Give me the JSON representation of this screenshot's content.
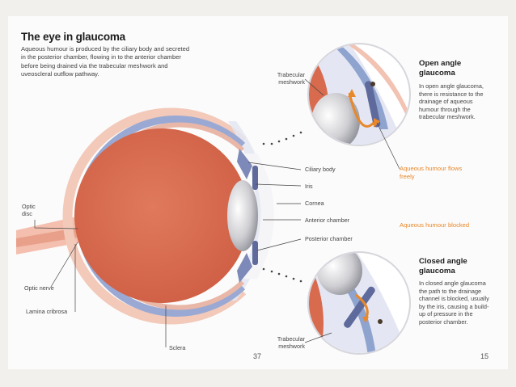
{
  "title": "The eye in glaucoma",
  "intro": "Aqueous humour is produced by the ciliary body and secreted in the posterior chamber, flowing in to the anterior chamber before being drained via the trabecular meshwork and uveoscleral outflow pathway.",
  "labels": {
    "optic_disc": "Optic disc",
    "optic_nerve": "Optic nerve",
    "lamina_cribrosa": "Lamina cribrosa",
    "sclera": "Sclera",
    "ciliary_body": "Ciliary body",
    "iris": "Iris",
    "cornea": "Cornea",
    "anterior_chamber": "Anterior chamber",
    "posterior_chamber": "Posterior chamber",
    "trabecular_top": "Trabecular meshwork",
    "trabecular_bottom": "Trabecular meshwork"
  },
  "open_angle": {
    "heading": "Open angle glaucoma",
    "body": "In open angle glaucoma, there is resistance to the drainage of aqueous humour through the trabecular meshwork.",
    "callout": "Aqueous humour flows freely"
  },
  "closed_angle": {
    "heading": "Closed angle glaucoma",
    "body": "In closed angle glaucoma the path to the drainage channel is blocked, usually by the iris, causing a build-up of pressure in the posterior chamber.",
    "callout": "Aqueous humour blocked"
  },
  "page_numbers": {
    "left": "37",
    "right": "15"
  },
  "colors": {
    "vitreous": "#d86a4e",
    "retina_blue": "#8fa3cf",
    "sclera_pink": "#f2c2b2",
    "accent_orange": "#e8882a",
    "background": "#f2f0ec"
  }
}
